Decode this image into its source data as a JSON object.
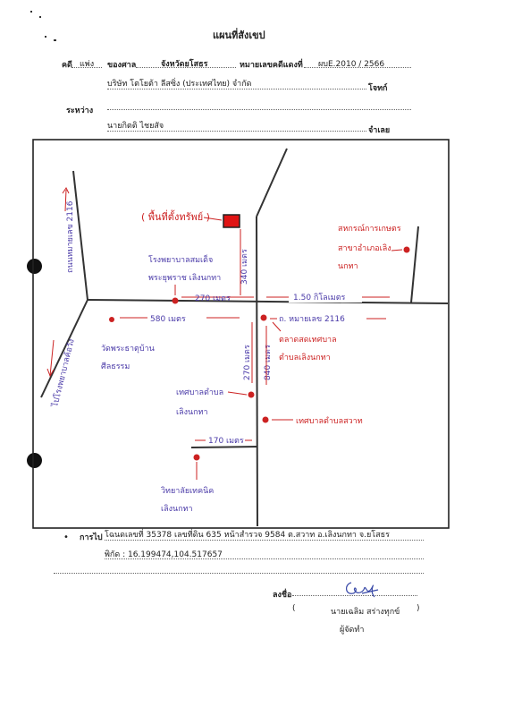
{
  "header": {
    "title": "แผนที่สังเขป",
    "case_label": "คดี",
    "case_type": "แพ่ง",
    "court_label": "ของศาล",
    "court_name": "จังหวัดยโสธร",
    "case_no_label": "หมายเลขคดีแดงที่",
    "case_no": "ผบE.2010 / 2566"
  },
  "parties": {
    "between_label": "ระหว่าง",
    "plaintiff": "บริษัท โตโยต้า ลีสซิ่ง (ประเทศไทย) จำกัด",
    "plaintiff_role": "โจทก์",
    "defendant": "นายกิตติ ไชยสัจ",
    "defendant_role": "จำเลย"
  },
  "map": {
    "property": "( พื้นที่ตั้งทรัพย์ )",
    "road_2116_left": "ถนนหมายเลข 2116",
    "to_direction": "ไปโรงพยาบาลค้อวัง",
    "hospital": [
      "โรงพยาบาลสมเด็จ",
      "พระยุพราช เลิงนกทา"
    ],
    "dist_270_top": "270 เมตร",
    "dist_580": "580 เมตร",
    "dist_150km": "1.50 กิโลเมตร",
    "road_2116_right": "ถ. หมายเลข 2116",
    "dist_340": "340 เมตร",
    "dist_270_mid": "270 เมตร",
    "dist_840": "840 เมตร",
    "temple": [
      "วัดพระธาตุบ้าน",
      "ศีลธรรม"
    ],
    "market": [
      "ตลาดสดเทศบาล",
      "ตำบลเลิงนกทา"
    ],
    "municipality_left": [
      "เทศบาลตำบล",
      "เลิงนกทา"
    ],
    "municipality_right": "เทศบาลตำบลสวาท",
    "cooperative": [
      "สหกรณ์การเกษตร",
      "สาขาอำเภอเลิง",
      "นกทา"
    ],
    "dist_170": "170 เมตร",
    "college": [
      "วิทยาลัยเทคนิค",
      "เลิงนกทา"
    ]
  },
  "footer": {
    "goto_label": "การไป",
    "goto_text": "โฉนดเลขที่ 35378 เลขที่ดิน 635 หน้าสำรวจ 9584 ต.สวาท อ.เลิงนกทา จ.ยโสธร",
    "coords": "พิกัด : 16.199474,104.517657",
    "sign_label": "ลงชื่อ",
    "open_paren": "(",
    "signer_name": "นายเฉลิม สร่างทุกข์",
    "close_paren": ")",
    "signer_role": "ผู้จัดทำ"
  },
  "colors": {
    "ink_blue": "#4a3aa8",
    "ink_red": "#cc2222",
    "property_fill": "#e01414"
  }
}
